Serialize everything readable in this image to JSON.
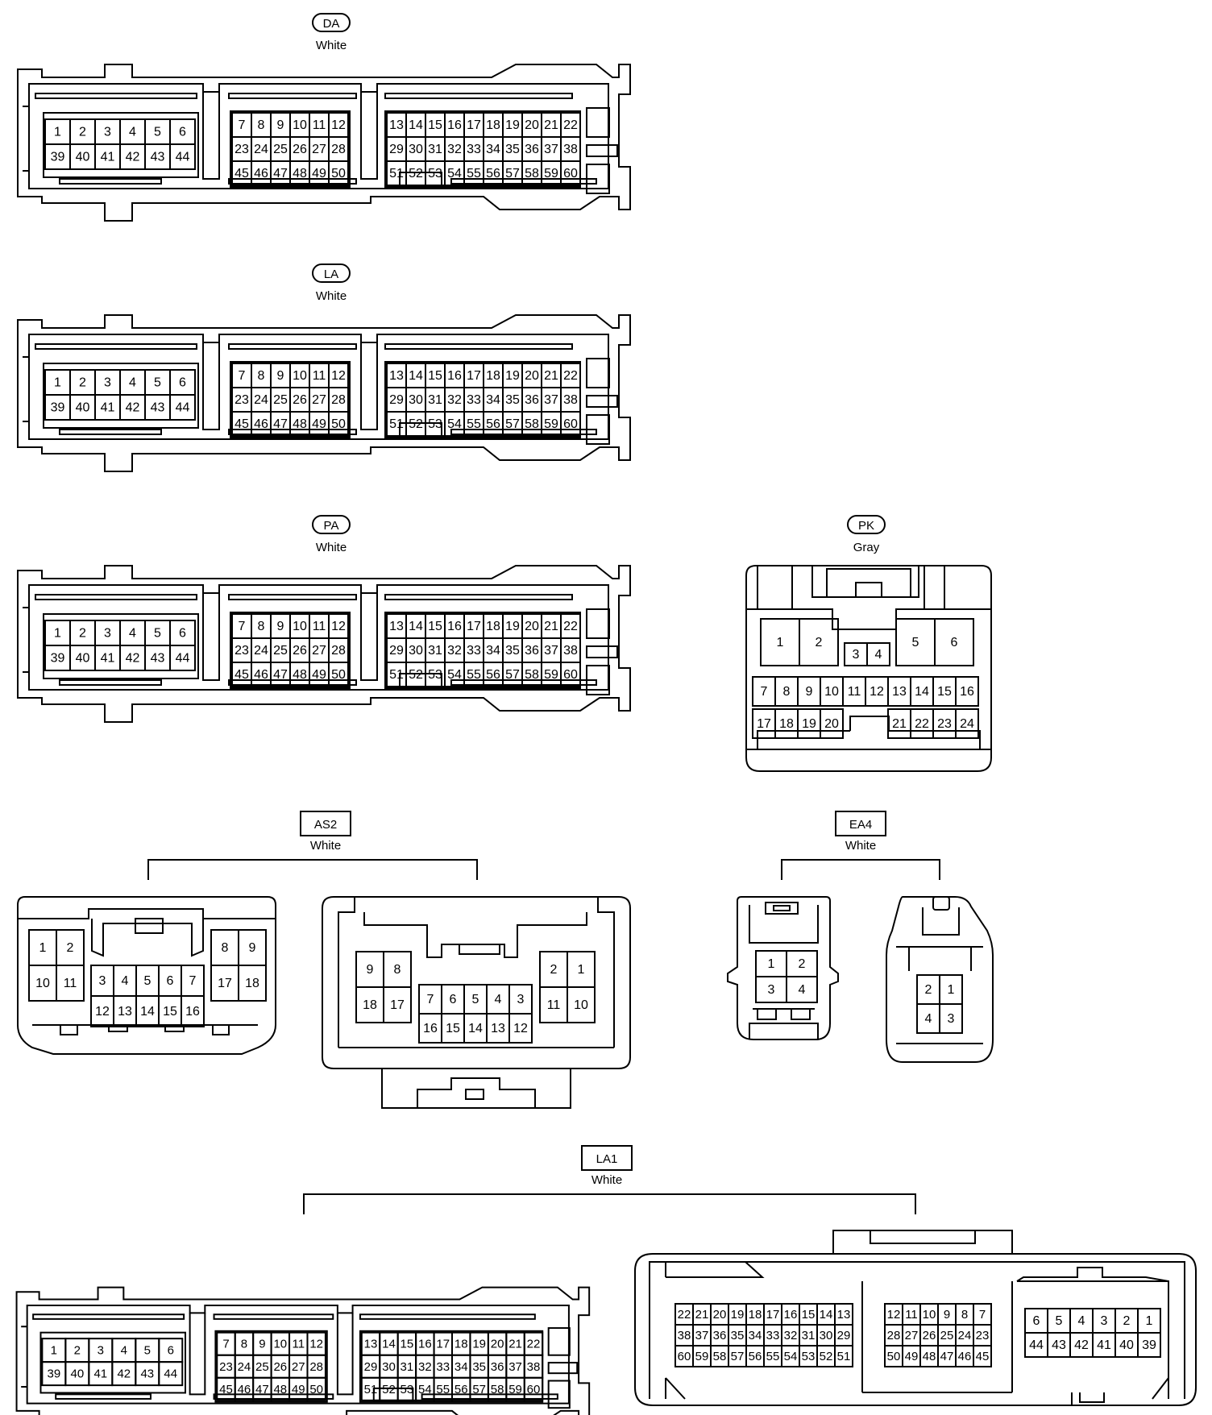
{
  "connectors": {
    "da": {
      "code": "DA",
      "color": "White"
    },
    "la": {
      "code": "LA",
      "color": "White"
    },
    "pa": {
      "code": "PA",
      "color": "White"
    },
    "pk": {
      "code": "PK",
      "color": "Gray"
    },
    "as2": {
      "code": "AS2",
      "color": "White"
    },
    "ea4": {
      "code": "EA4",
      "color": "White"
    },
    "la1": {
      "code": "LA1",
      "color": "White"
    }
  },
  "pin_layouts": {
    "big60": [
      [
        [
          "1",
          "2",
          "3",
          "4",
          "5",
          "6"
        ],
        [
          "39",
          "40",
          "41",
          "42",
          "43",
          "44"
        ]
      ],
      [
        [
          "7",
          "8",
          "9",
          "10",
          "11",
          "12"
        ],
        [
          "23",
          "24",
          "25",
          "26",
          "27",
          "28"
        ],
        [
          "45",
          "46",
          "47",
          "48",
          "49",
          "50"
        ]
      ],
      [
        [
          "13",
          "14",
          "15",
          "16",
          "17",
          "18",
          "19",
          "20",
          "21",
          "22"
        ],
        [
          "29",
          "30",
          "31",
          "32",
          "33",
          "34",
          "35",
          "36",
          "37",
          "38"
        ],
        [
          "51",
          "52",
          "53",
          "54",
          "55",
          "56",
          "57",
          "58",
          "59",
          "60"
        ]
      ]
    ],
    "la1_female": [
      [
        [
          "22",
          "21",
          "20",
          "19",
          "18",
          "17",
          "16",
          "15",
          "14",
          "13"
        ],
        [
          "38",
          "37",
          "36",
          "35",
          "34",
          "33",
          "32",
          "31",
          "30",
          "29"
        ],
        [
          "60",
          "59",
          "58",
          "57",
          "56",
          "55",
          "54",
          "53",
          "52",
          "51"
        ]
      ],
      [
        [
          "12",
          "11",
          "10",
          "9",
          "8",
          "7"
        ],
        [
          "28",
          "27",
          "26",
          "25",
          "24",
          "23"
        ],
        [
          "50",
          "49",
          "48",
          "47",
          "46",
          "45"
        ]
      ],
      [
        [
          "6",
          "5",
          "4",
          "3",
          "2",
          "1"
        ],
        [
          "44",
          "43",
          "42",
          "41",
          "40",
          "39"
        ]
      ]
    ],
    "pk": {
      "top_left": [
        "1",
        "2"
      ],
      "top_mid": [
        "3",
        "4"
      ],
      "top_right": [
        "5",
        "6"
      ],
      "row1": [
        "7",
        "8",
        "9",
        "10",
        "11",
        "12",
        "13",
        "14",
        "15",
        "16"
      ],
      "row2_left": [
        "17",
        "18",
        "19",
        "20"
      ],
      "row2_right": [
        "21",
        "22",
        "23",
        "24"
      ]
    },
    "as2_a": {
      "left": [
        [
          "1",
          "2"
        ],
        [
          "10",
          "11"
        ]
      ],
      "mid": [
        [
          "3",
          "4",
          "5",
          "6",
          "7"
        ],
        [
          "12",
          "13",
          "14",
          "15",
          "16"
        ]
      ],
      "right": [
        [
          "8",
          "9"
        ],
        [
          "17",
          "18"
        ]
      ]
    },
    "as2_b": {
      "left": [
        [
          "9",
          "8"
        ],
        [
          "18",
          "17"
        ]
      ],
      "mid": [
        [
          "7",
          "6",
          "5",
          "4",
          "3"
        ],
        [
          "16",
          "15",
          "14",
          "13",
          "12"
        ]
      ],
      "right": [
        [
          "2",
          "1"
        ],
        [
          "11",
          "10"
        ]
      ]
    },
    "ea4_a": [
      [
        "1",
        "2"
      ],
      [
        "3",
        "4"
      ]
    ],
    "ea4_b": [
      [
        "2",
        "1"
      ],
      [
        "4",
        "3"
      ]
    ]
  }
}
